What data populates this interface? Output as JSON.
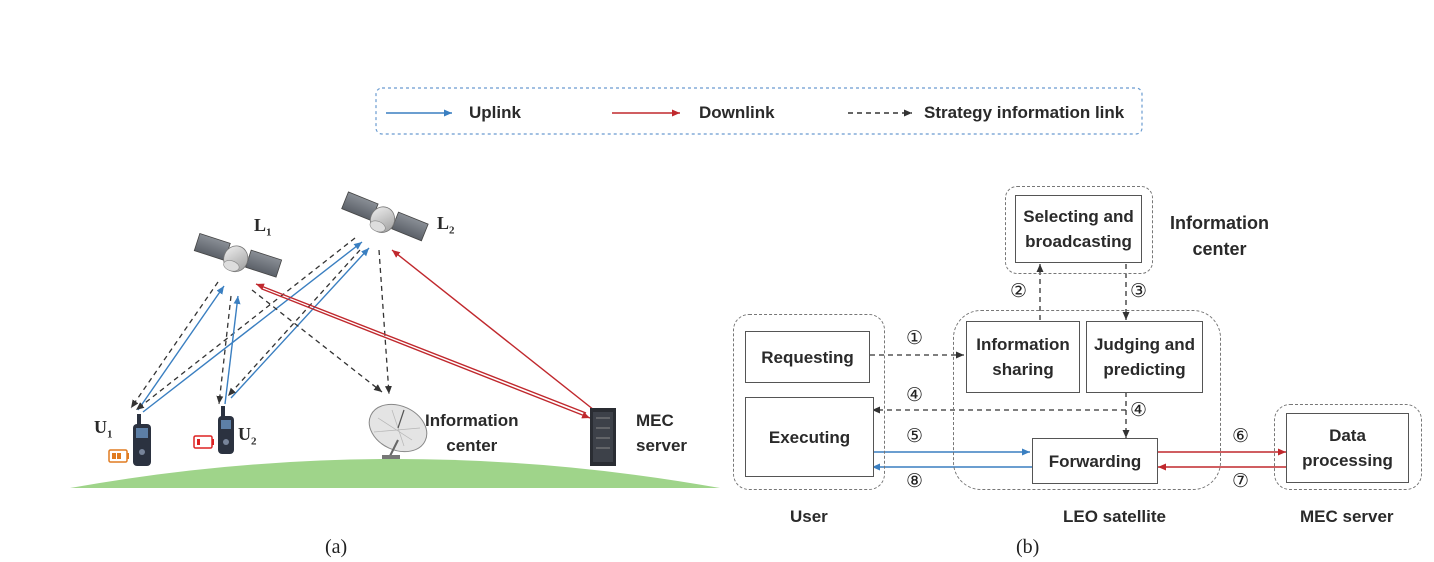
{
  "legend": {
    "uplink": "Uplink",
    "downlink": "Downlink",
    "strategy": "Strategy information link",
    "colors": {
      "uplink": "#3a7fc1",
      "downlink": "#c0282d",
      "strategy": "#333333"
    }
  },
  "panel_a": {
    "caption": "(a)",
    "sat1": {
      "letter": "L",
      "sub": "1"
    },
    "sat2": {
      "letter": "L",
      "sub": "2"
    },
    "user1": {
      "letter": "U",
      "sub": "1"
    },
    "user2": {
      "letter": "U",
      "sub": "2"
    },
    "info_center": [
      "Information",
      "center"
    ],
    "mec_server": [
      "MEC",
      "server"
    ]
  },
  "panel_b": {
    "caption": "(b)",
    "boxes": {
      "selecting": [
        "Selecting and",
        "broadcasting"
      ],
      "info_sharing": [
        "Information",
        "sharing"
      ],
      "judging": [
        "Judging and",
        "predicting"
      ],
      "requesting": "Requesting",
      "executing": "Executing",
      "forwarding": "Forwarding",
      "data_processing": [
        "Data",
        "processing"
      ]
    },
    "groups": {
      "info_center": [
        "Information",
        "center"
      ],
      "user": "User",
      "leo": "LEO satellite",
      "mec": "MEC server"
    },
    "steps": {
      "s1": "①",
      "s2": "②",
      "s3": "③",
      "s4a": "④",
      "s4b": "④",
      "s5": "⑤",
      "s6": "⑥",
      "s7": "⑦",
      "s8": "⑧"
    }
  }
}
